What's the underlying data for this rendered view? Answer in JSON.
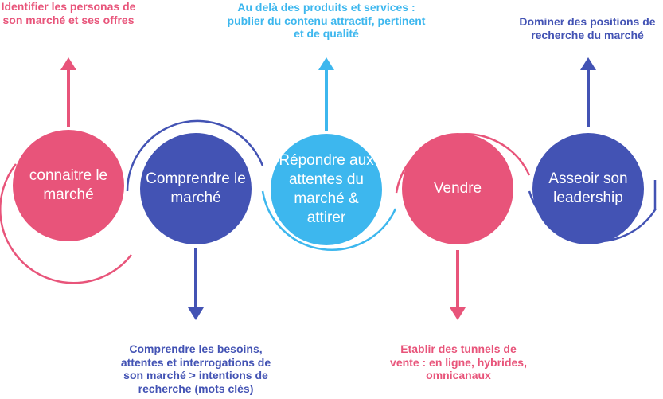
{
  "colors": {
    "pink": "#e8547a",
    "indigo": "#4353b4",
    "sky": "#3db7ee"
  },
  "steps": [
    {
      "label": "connaitre le marché",
      "color": "#e8547a",
      "note_position": "top",
      "note": "Identifier les personas de son marché et ses offres"
    },
    {
      "label": "Comprendre le marché",
      "color": "#4353b4",
      "note_position": "bottom",
      "note": "Comprendre les besoins, attentes et interrogations de son marché > intentions de recherche (mots clés)"
    },
    {
      "label": "Répondre aux attentes du marché & attirer",
      "color": "#3db7ee",
      "note_position": "top",
      "note": "Au delà des produits et services : publier du contenu attractif, pertinent et de qualité"
    },
    {
      "label": "Vendre",
      "color": "#e8547a",
      "note_position": "bottom",
      "note": "Etablir des tunnels de vente : en ligne, hybrides, omnicanaux"
    },
    {
      "label": "Asseoir son leadership",
      "color": "#4353b4",
      "note_position": "top",
      "note": "Dominer des positions de recherche du marché"
    }
  ]
}
